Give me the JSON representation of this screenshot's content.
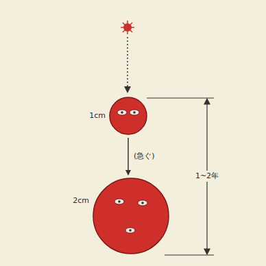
{
  "diagram": {
    "nodes": [
      {
        "text": [
          "1cm"
        ]
      },
      {
        "text": [
          "2cm"
        ]
      }
    ],
    "edges": [
      {
        "from": 0,
        "to": 1,
        "label": "(急ぐ)",
        "arrow": "to"
      }
    ],
    "labels": [
      "1~2年"
    ]
  }
}
